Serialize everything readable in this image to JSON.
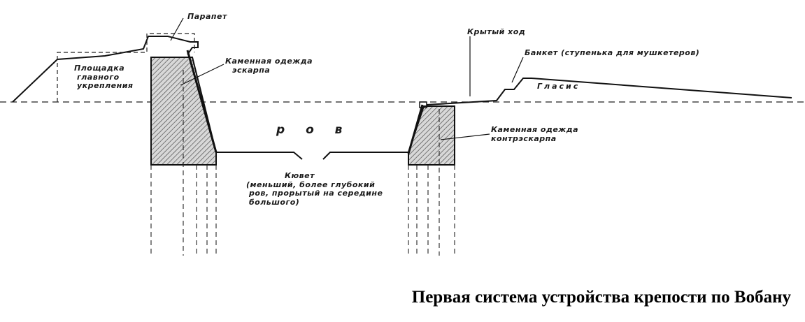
{
  "labels": {
    "parapet": "Парапет",
    "main_platform": [
      "Площадка",
      "главного",
      "укрепления"
    ],
    "escarp_facing": [
      "Каменная одежда",
      "эскарпа"
    ],
    "ditch": "р о в",
    "cuvette": [
      "Кювет",
      "(меньший, более глубокий",
      "ров, прорытый на середине",
      "большого)"
    ],
    "covered_way": "Крытый ход",
    "banquette": "Банкет (ступенька для мушкетеров)",
    "glacis": "Гласис",
    "counterscarp_facing": [
      "Каменная одежда",
      "контрэскарпа"
    ]
  },
  "caption": "Первая система устройства крепости по Вобану"
}
